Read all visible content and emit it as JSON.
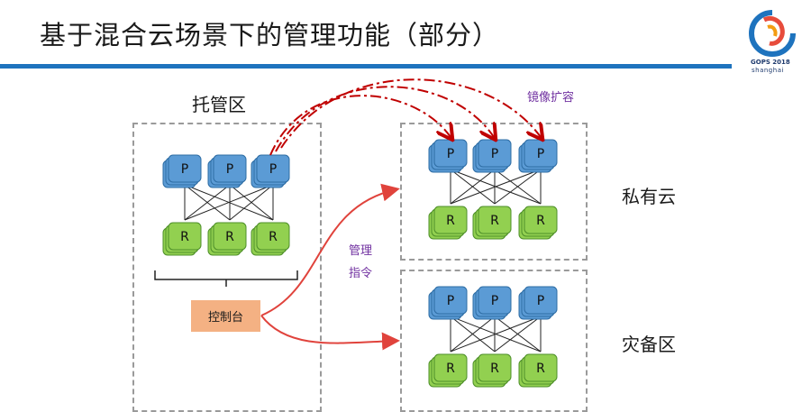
{
  "slide": {
    "title": "基于混合云场景下的管理功能（部分）"
  },
  "logo": {
    "line1": "GOPS 2018",
    "line2": "shanghai"
  },
  "zones": {
    "managed": "托管区",
    "private_cloud": "私有云",
    "disaster_recovery": "灾备区"
  },
  "annotations": {
    "image_expand": "镜像扩容",
    "mgmt_line1": "管理",
    "mgmt_line2": "指令"
  },
  "console_label": "控制台",
  "node_labels": {
    "p": "P",
    "r": "R"
  },
  "colors": {
    "title_bar": "#1e73be",
    "p_node": "#5b9bd5",
    "r_node": "#92d050",
    "console": "#f4b183",
    "arrow_red": "#e0433c",
    "dash_arrow": "#c00000",
    "annotation": "#7030a0"
  }
}
